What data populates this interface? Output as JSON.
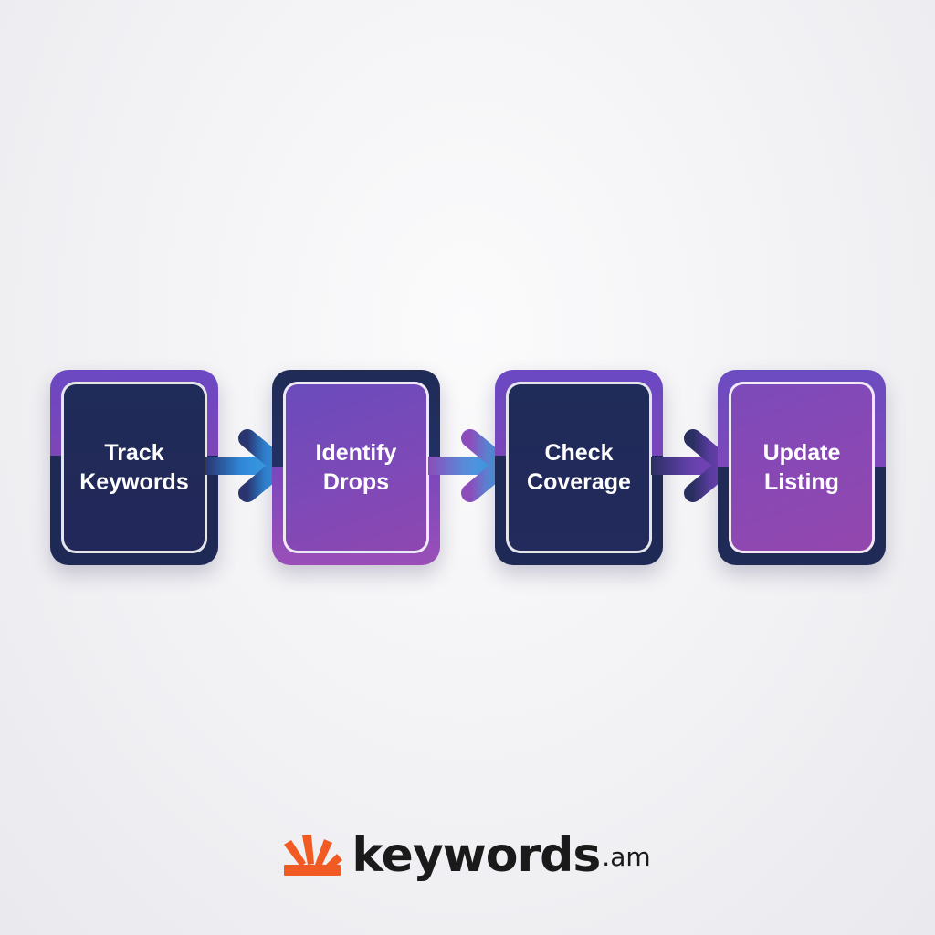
{
  "flow": {
    "steps": [
      {
        "line1": "Track",
        "line2": "Keywords"
      },
      {
        "line1": "Identify",
        "line2": "Drops"
      },
      {
        "line1": "Check",
        "line2": "Coverage"
      },
      {
        "line1": "Update",
        "line2": "Listing"
      }
    ]
  },
  "brand": {
    "name": "keywords",
    "tld": ".am",
    "accent": "#f15a22"
  },
  "colors": {
    "navy": "#1f2b58",
    "purple": "#7d49b8",
    "arrow_blue": "#2f8fdc",
    "arrow_purple": "#7a45bd"
  }
}
